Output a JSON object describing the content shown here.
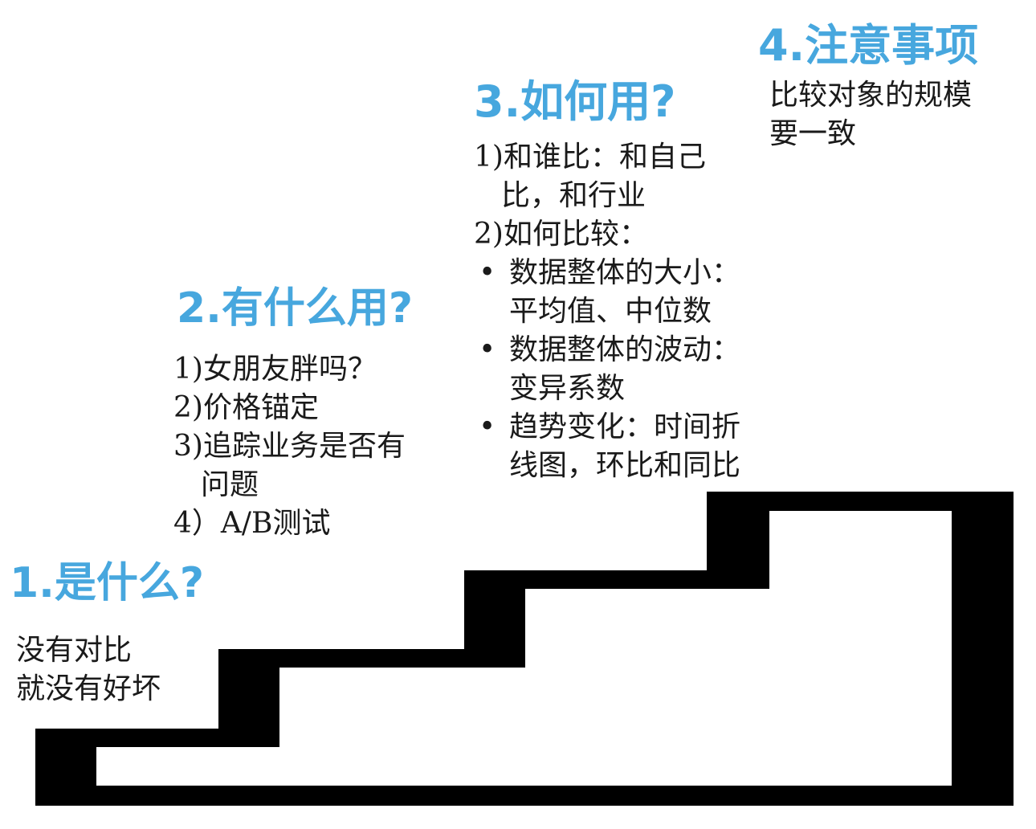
{
  "colors": {
    "heading": "#47a7de",
    "stairs": "#000000",
    "text": "#1a1a1a"
  },
  "step1": {
    "title": "1.是什么?",
    "lines": [
      "没有对比",
      "就没有好坏"
    ]
  },
  "step2": {
    "title": "2.有什么用?",
    "lines": [
      "1)女朋友胖吗？",
      "2)价格锚定",
      "3)追踪业务是否有",
      "问题",
      "4）A/B测试"
    ]
  },
  "step3": {
    "title": "3.如何用?",
    "lines": [
      "1)和谁比：和自己",
      "比，和行业",
      "2)如何比较："
    ],
    "bullet_symbol": "•",
    "bullets": [
      [
        "数据整体的大小：",
        "平均值、中位数"
      ],
      [
        "数据整体的波动：",
        "变异系数"
      ],
      [
        "趋势变化：时间折",
        "线图，环比和同比"
      ]
    ]
  },
  "step4": {
    "title": "4.注意事项",
    "lines": [
      "比较对象的规模",
      "要一致"
    ]
  }
}
